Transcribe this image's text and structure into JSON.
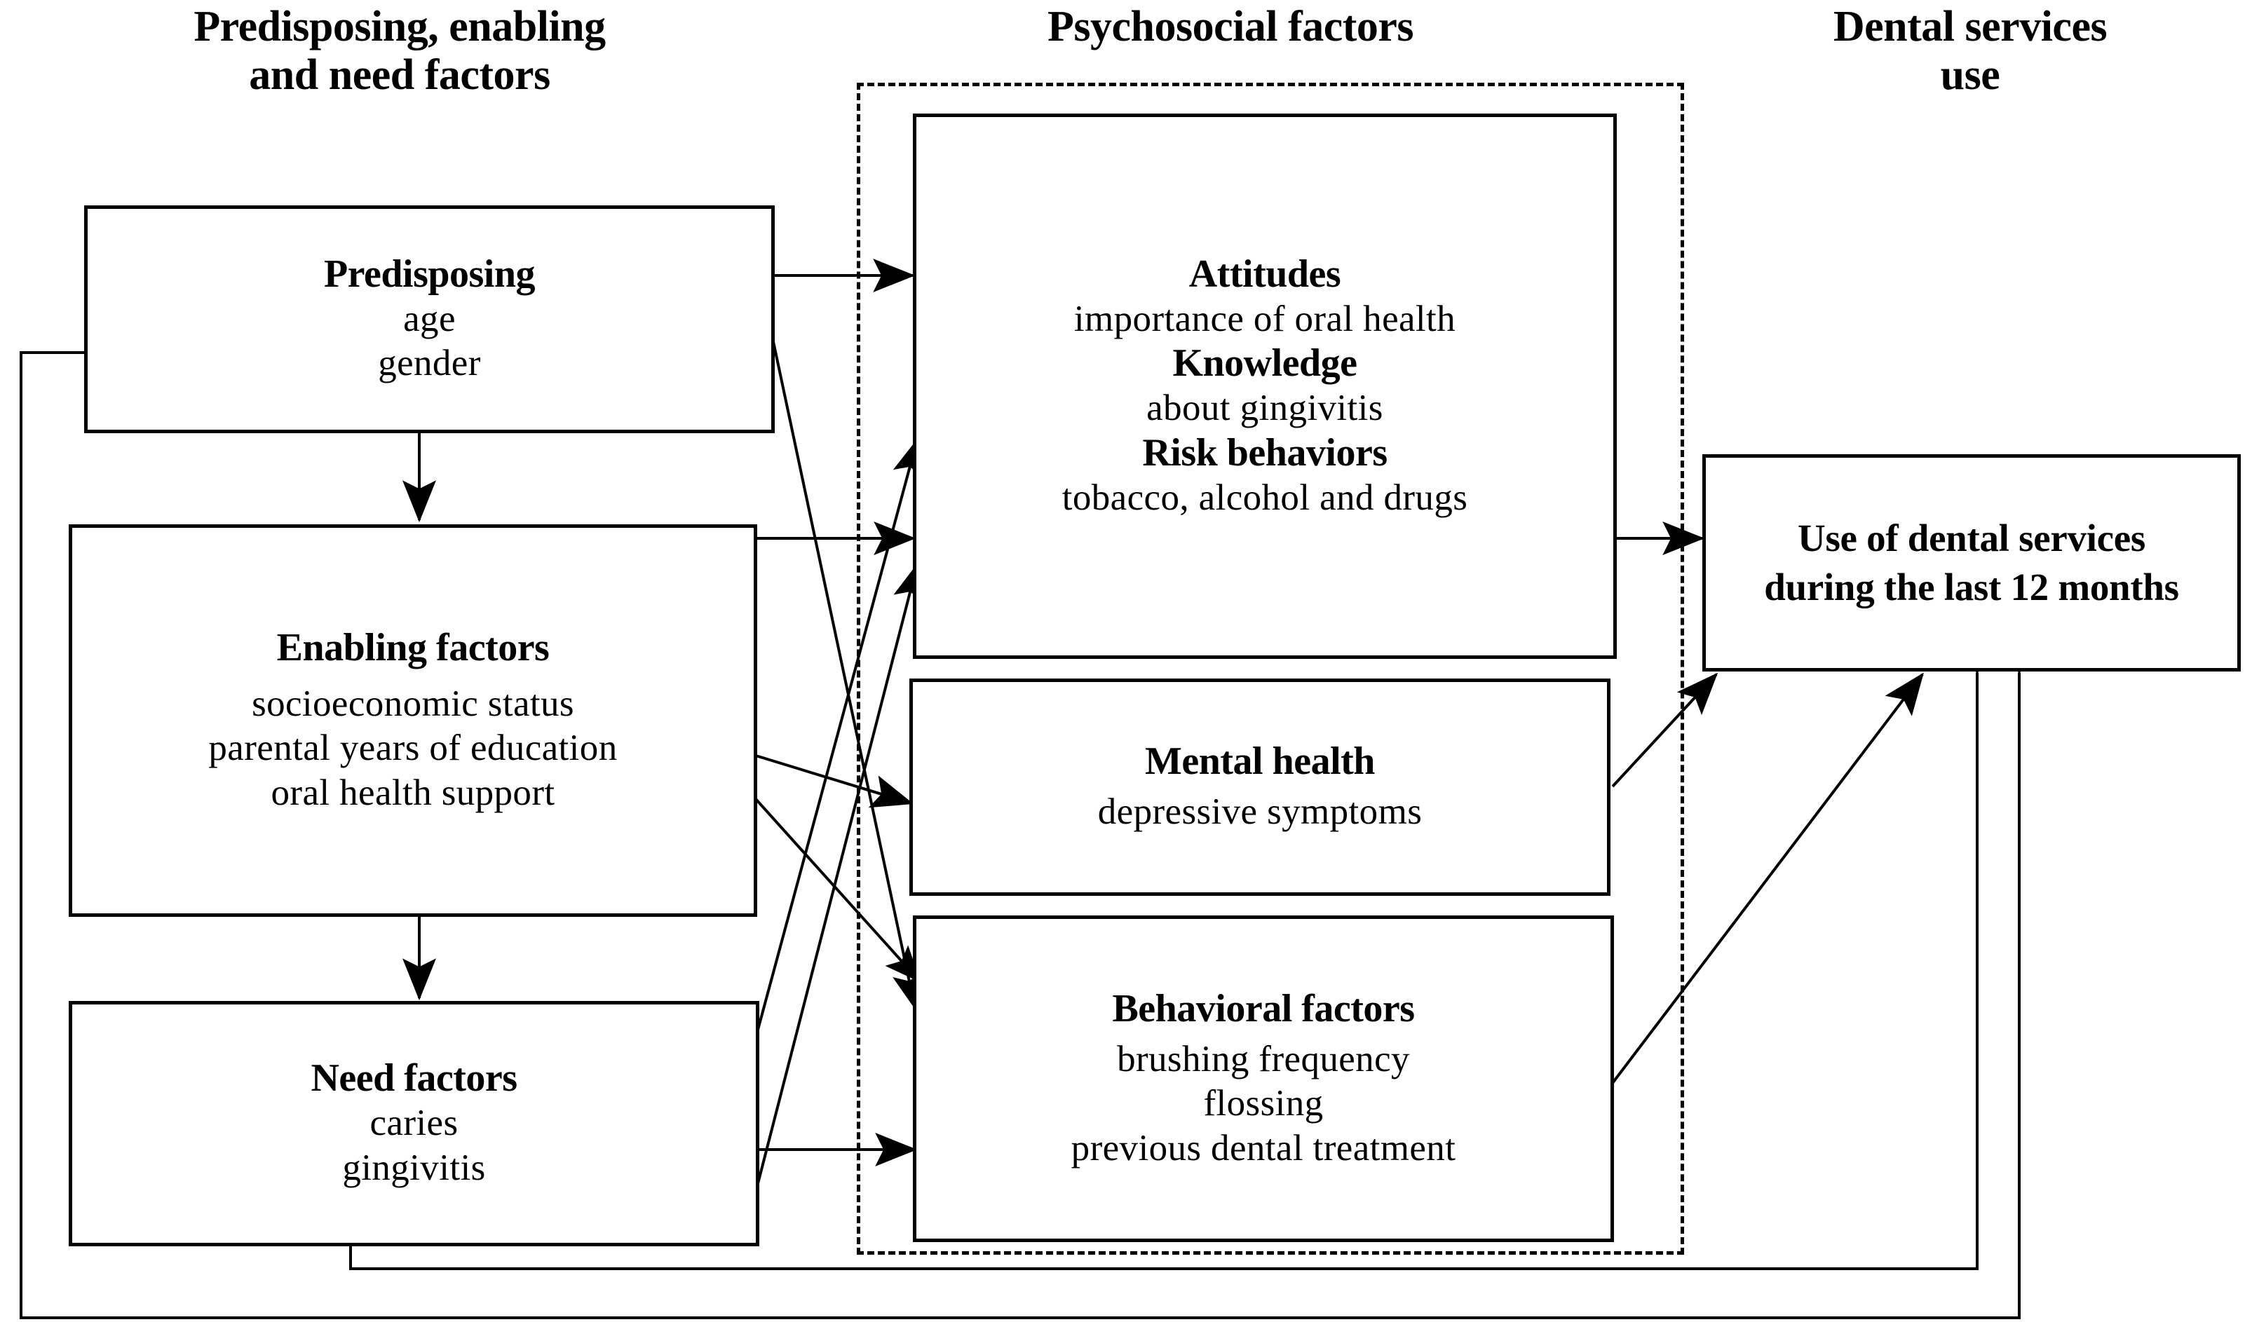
{
  "columns": [
    {
      "id": "predisposing-enabling-need",
      "title": "Predisposing, enabling\nand need factors"
    },
    {
      "id": "psychosocial",
      "title": "Psychosocial factors"
    },
    {
      "id": "dental-services-use",
      "title": "Dental services\nuse"
    }
  ],
  "nodes": {
    "predisposing": {
      "heading": "Predisposing",
      "lines": [
        "age",
        "gender"
      ]
    },
    "enabling": {
      "heading": "Enabling factors",
      "lines": [
        "socioeconomic  status",
        "parental  years of education",
        "oral health  support"
      ]
    },
    "need": {
      "heading": "Need factors",
      "lines": [
        "caries",
        "gingivitis"
      ]
    },
    "attitudes_knowledge_risk": {
      "heading1": "Attitudes",
      "line1": "importance  of oral health",
      "heading2": "Knowledge",
      "line2": "about  gingivitis",
      "heading3": "Risk behaviors",
      "line3": "tobacco,  alcohol  and drugs"
    },
    "mental_health": {
      "heading": "Mental health",
      "lines": [
        "depressive  symptoms"
      ]
    },
    "behavioral": {
      "heading": "Behavioral factors",
      "lines": [
        "brushing  frequency",
        "flossing",
        "previous  dental  treatment"
      ]
    },
    "outcome": {
      "heading": "Use of dental services during the last 12 months"
    }
  },
  "style": {
    "stroke": "#000000",
    "background": "#ffffff",
    "box_border_width": 5,
    "connector_width": 4,
    "dashed_border": "dashed"
  },
  "connections": [
    {
      "from": "predisposing",
      "to": "attitudes_knowledge_risk",
      "kind": "straight-arrow"
    },
    {
      "from": "predisposing",
      "to": "behavioral",
      "kind": "diagonal-arrow"
    },
    {
      "from": "enabling",
      "to": "attitudes_knowledge_risk",
      "kind": "straight-arrow"
    },
    {
      "from": "enabling",
      "to": "mental_health",
      "kind": "diagonal-arrow"
    },
    {
      "from": "enabling",
      "to": "behavioral",
      "kind": "diagonal-arrow"
    },
    {
      "from": "need",
      "to": "attitudes_knowledge_risk",
      "kind": "diagonal-arrow"
    },
    {
      "from": "need",
      "to": "attitudes_knowledge_risk",
      "kind": "diagonal-arrow-2"
    },
    {
      "from": "need",
      "to": "behavioral",
      "kind": "straight-arrow"
    },
    {
      "from": "predisposing",
      "to": "enabling",
      "kind": "vertical-arrow"
    },
    {
      "from": "enabling",
      "to": "need",
      "kind": "vertical-arrow"
    },
    {
      "from": "attitudes_knowledge_risk",
      "to": "outcome",
      "kind": "straight-arrow"
    },
    {
      "from": "mental_health",
      "to": "outcome",
      "kind": "diagonal-arrow"
    },
    {
      "from": "behavioral",
      "to": "outcome",
      "kind": "diagonal-arrow"
    },
    {
      "from": "predisposing",
      "to": "outcome",
      "kind": "feedback-loop-outer"
    },
    {
      "from": "need",
      "to": "outcome",
      "kind": "feedback-loop-inner"
    }
  ]
}
